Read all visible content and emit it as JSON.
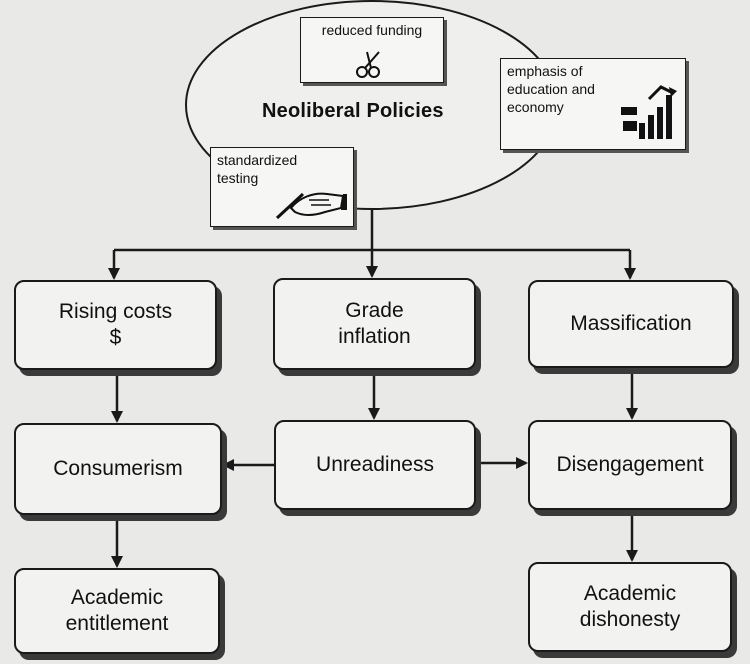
{
  "center": {
    "title": "Neoliberal Policies"
  },
  "notes": {
    "funding": "reduced funding",
    "emphasis": "emphasis of\neducation and\neconomy",
    "testing": "standardized\ntesting"
  },
  "boxes": {
    "rising_costs": "Rising costs\n$",
    "grade_inflation": "Grade\ninflation",
    "massification": "Massification",
    "consumerism": "Consumerism",
    "unreadiness": "Unreadiness",
    "disengagement": "Disengagement",
    "entitlement": "Academic\nentitlement",
    "dishonesty": "Academic\ndishonesty"
  },
  "icons": {
    "funding": "scissors-icon",
    "emphasis": "bar-chart-icon",
    "testing": "hand-writing-icon"
  },
  "colors": {
    "line": "#1a1a1a",
    "box_fill": "#f2f2f0",
    "background": "#e9e9e7"
  }
}
